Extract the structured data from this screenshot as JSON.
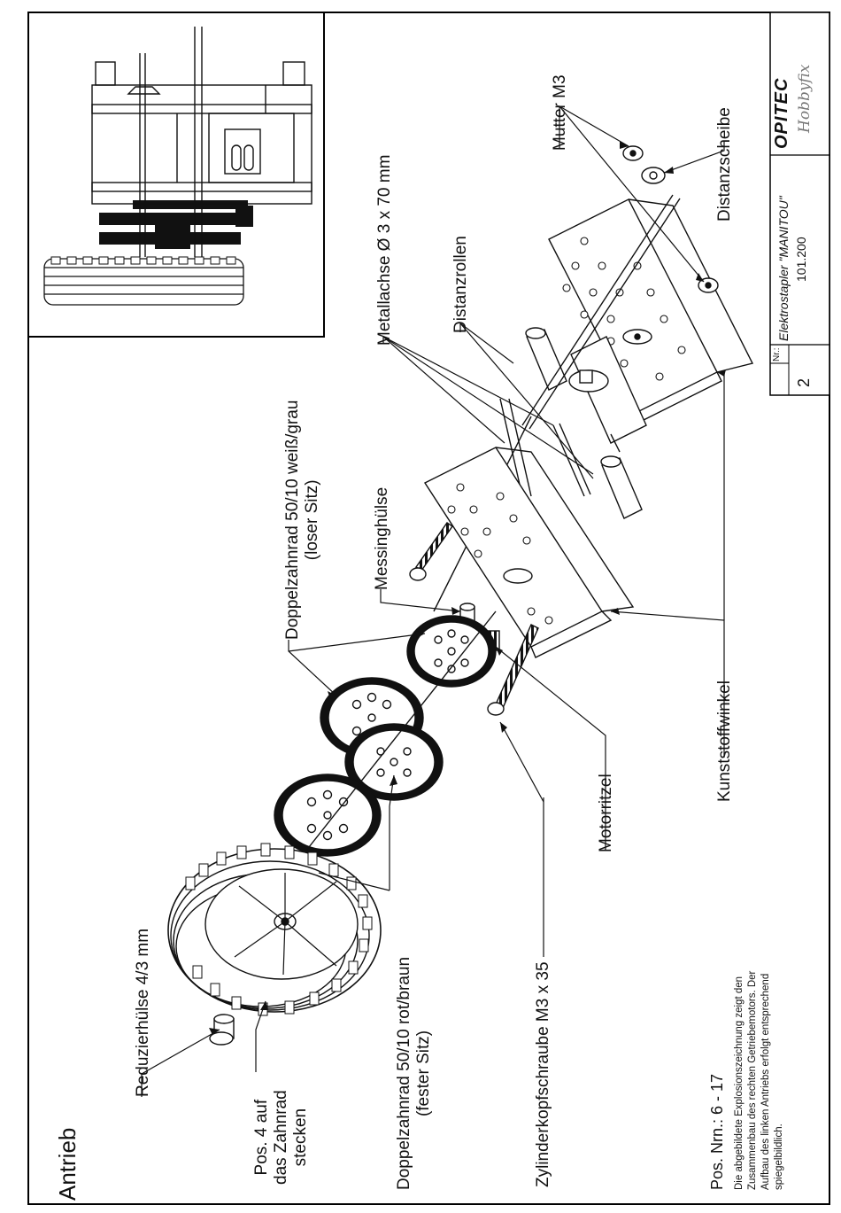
{
  "sheet": {
    "title": "Antrieb",
    "positions": "Pos. Nrn.: 6 - 17",
    "note": [
      "Die abgebildete Explosionszeichnung zeigt den",
      "Zusammenbau des rechten Getriebemotors. Der",
      "Aufbau des linken Antriebs erfolgt entsprechend",
      "spiegelbildlich."
    ]
  },
  "labels": {
    "reduzierhuelse": "Reduzierhülse 4/3 mm",
    "pos4": [
      "Pos. 4 auf",
      "das Zahnrad",
      "stecken"
    ],
    "doppel_rot": [
      "Doppelzahnrad 50/10 rot/braun",
      "(fester Sitz)"
    ],
    "zylinder": "Zylinderkopfschraube M3 x 35",
    "motorritzel": "Motorritzel",
    "kunststoffwinkel": "Kunststoffwinkel",
    "doppel_weiss": [
      "Doppelzahnrad 50/10 weiß/grau",
      "(loser Sitz)"
    ],
    "messing": "Messinghülse",
    "metallachse": "Metallachse Ø 3 x 70 mm",
    "distanzrollen": "Distanzrollen",
    "mutter": "Mutter M3",
    "distanzscheibe": "Distanzscheibe"
  },
  "titleblock": {
    "nr_label": "Nr.:",
    "nr_value": "2",
    "name": "Elektrostapler \"MANITOU\"",
    "number": "101.200",
    "brand": "OPITEC",
    "brand_sub": "Hobbyfix"
  }
}
